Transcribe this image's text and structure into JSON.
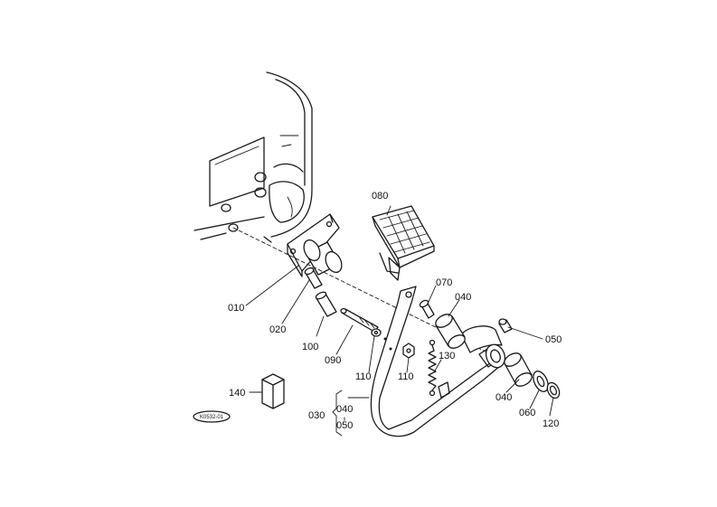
{
  "labels": {
    "p010": "010",
    "p020": "020",
    "p030": "030",
    "p040a": "040",
    "p040b": "040",
    "p040c": "040",
    "p050a": "050",
    "p050b": "050",
    "p060": "060",
    "p070": "070",
    "p080": "080",
    "p090": "090",
    "p100": "100",
    "p110a": "110",
    "p110b": "110",
    "p120": "120",
    "p130": "130",
    "p140": "140"
  },
  "stamp": "K0532-01"
}
